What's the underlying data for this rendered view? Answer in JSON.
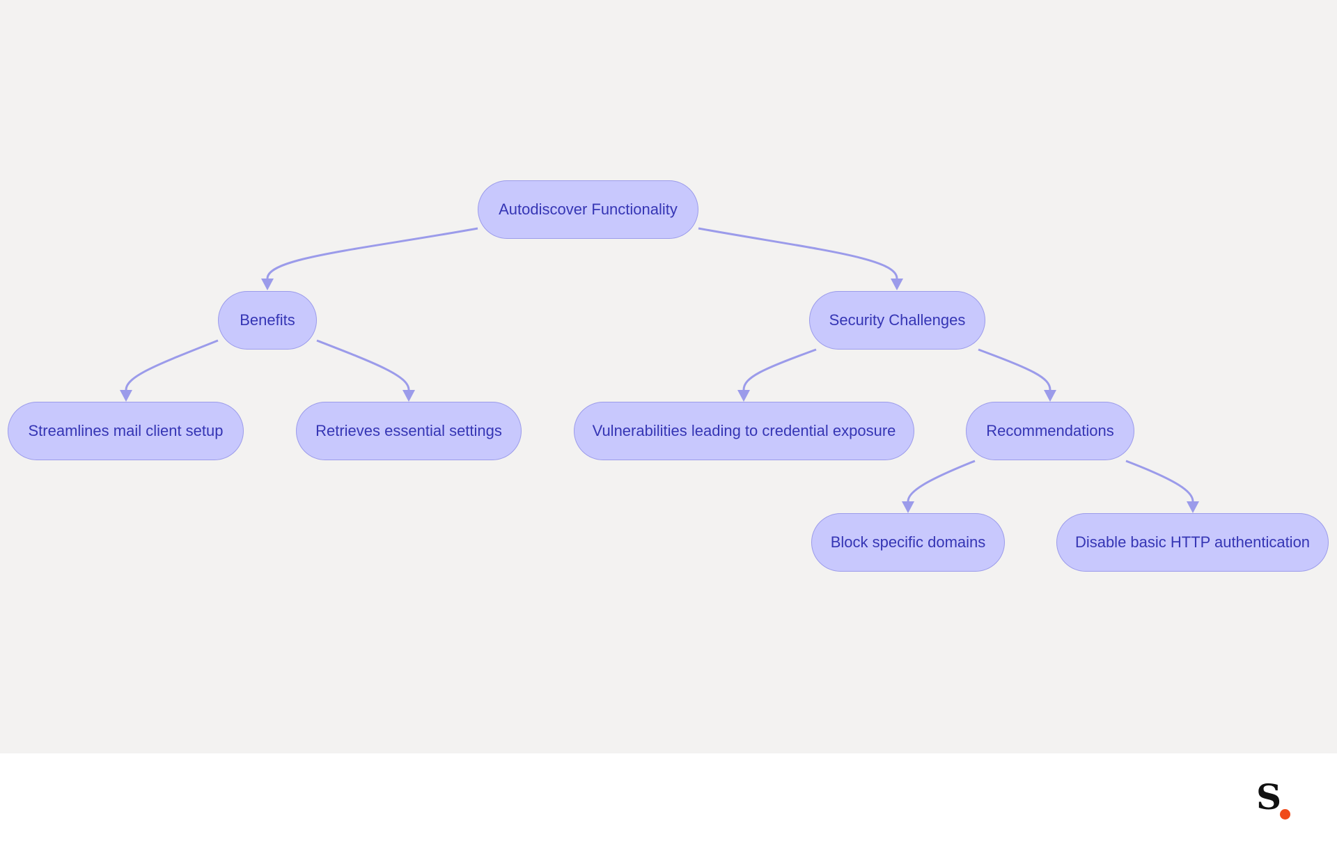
{
  "diagram": {
    "nodes": [
      {
        "id": "root",
        "label": "Autodiscover Functionality"
      },
      {
        "id": "benefits",
        "label": "Benefits"
      },
      {
        "id": "security",
        "label": "Security Challenges"
      },
      {
        "id": "streamlines",
        "label": "Streamlines mail client setup"
      },
      {
        "id": "retrieves",
        "label": "Retrieves essential settings"
      },
      {
        "id": "vulnerabilities",
        "label": "Vulnerabilities leading to credential exposure"
      },
      {
        "id": "recommendations",
        "label": "Recommendations"
      },
      {
        "id": "block",
        "label": "Block specific domains"
      },
      {
        "id": "disable",
        "label": "Disable basic HTTP authentication"
      }
    ],
    "edges": [
      {
        "from": "root",
        "to": "benefits"
      },
      {
        "from": "root",
        "to": "security"
      },
      {
        "from": "benefits",
        "to": "streamlines"
      },
      {
        "from": "benefits",
        "to": "retrieves"
      },
      {
        "from": "security",
        "to": "vulnerabilities"
      },
      {
        "from": "security",
        "to": "recommendations"
      },
      {
        "from": "recommendations",
        "to": "block"
      },
      {
        "from": "recommendations",
        "to": "disable"
      }
    ],
    "colors": {
      "background": "#f3f2f1",
      "node_fill": "#c8c8fd",
      "node_border": "#9b9bea",
      "node_text": "#3535b4",
      "edge": "#9b9bea"
    }
  },
  "footer": {
    "logo_icon": "s-dot-logo"
  }
}
